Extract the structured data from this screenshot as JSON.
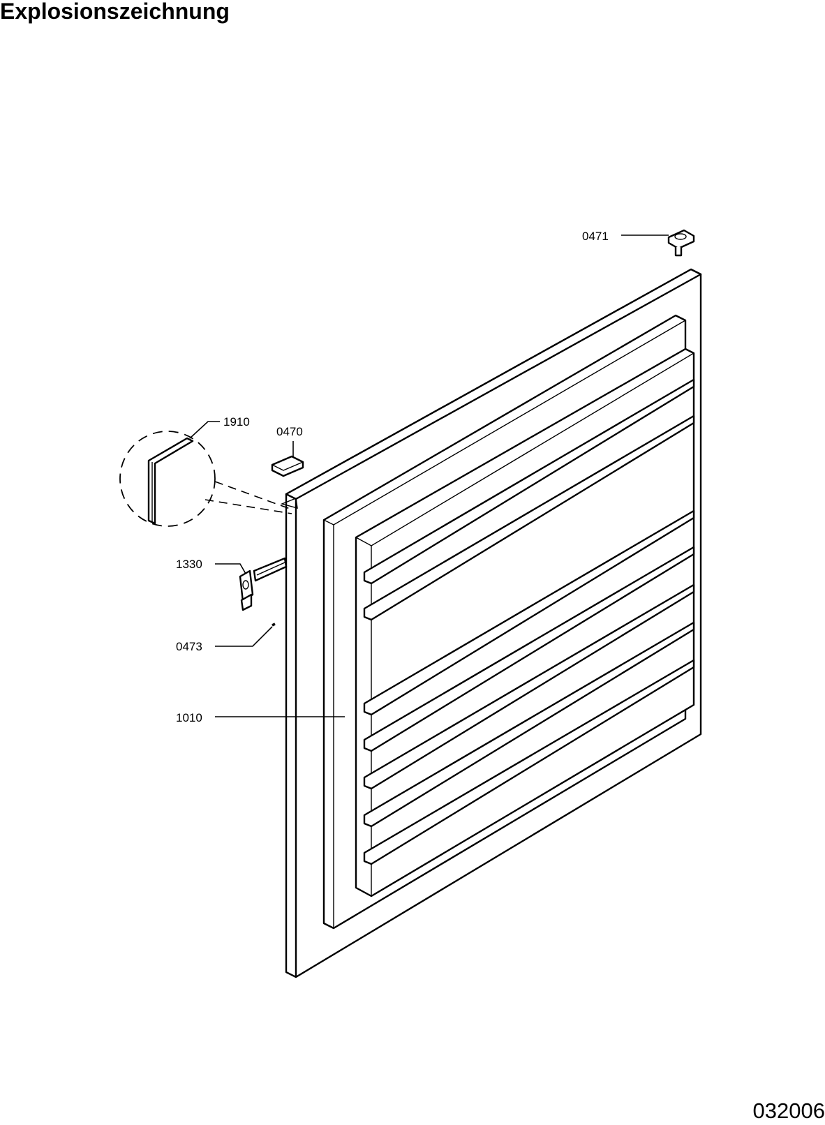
{
  "title": "Explosionszeichnung",
  "document_number": "032006",
  "callouts": [
    {
      "id": "0471",
      "label": "0471"
    },
    {
      "id": "1910",
      "label": "1910"
    },
    {
      "id": "0470",
      "label": "0470"
    },
    {
      "id": "1330",
      "label": "1330"
    },
    {
      "id": "0473",
      "label": "0473"
    },
    {
      "id": "1010",
      "label": "1010"
    }
  ]
}
